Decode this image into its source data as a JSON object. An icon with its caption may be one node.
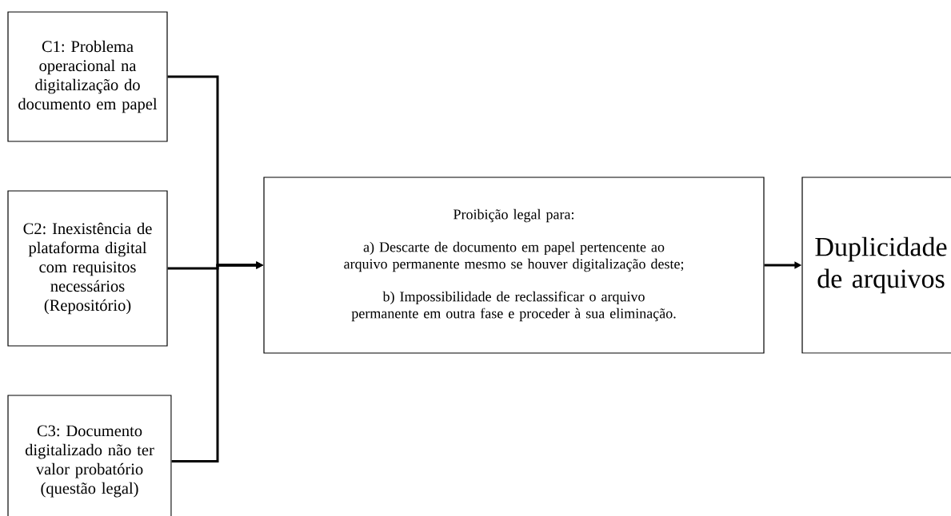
{
  "diagram": {
    "nodes": [
      {
        "text": [
          "C1: Problema operacional na digitalização do documento em papel"
        ]
      },
      {
        "text": [
          "C2: Inexistência de plataforma digital com requisitos necessários (Repositório)"
        ]
      },
      {
        "text": [
          "C3: Documento digitalizado não ter valor probatório (questão legal)"
        ]
      },
      {
        "text": [
          "Proibição legal para:",
          "a) Descarte de documento em papel pertencente ao arquivo permanente mesmo se houver digitalização deste;",
          "b) Impossibilidade de reclassificar o arquivo permanente em outra fase e proceder à sua eliminação."
        ]
      },
      {
        "text": [
          "Duplicidade de arquivos"
        ]
      }
    ],
    "edges": [
      {
        "from": 0,
        "to": 3,
        "arrow": "to"
      },
      {
        "from": 1,
        "to": 3,
        "arrow": "to"
      },
      {
        "from": 2,
        "to": 3,
        "arrow": "to"
      },
      {
        "from": 3,
        "to": 4,
        "arrow": "to"
      }
    ]
  }
}
